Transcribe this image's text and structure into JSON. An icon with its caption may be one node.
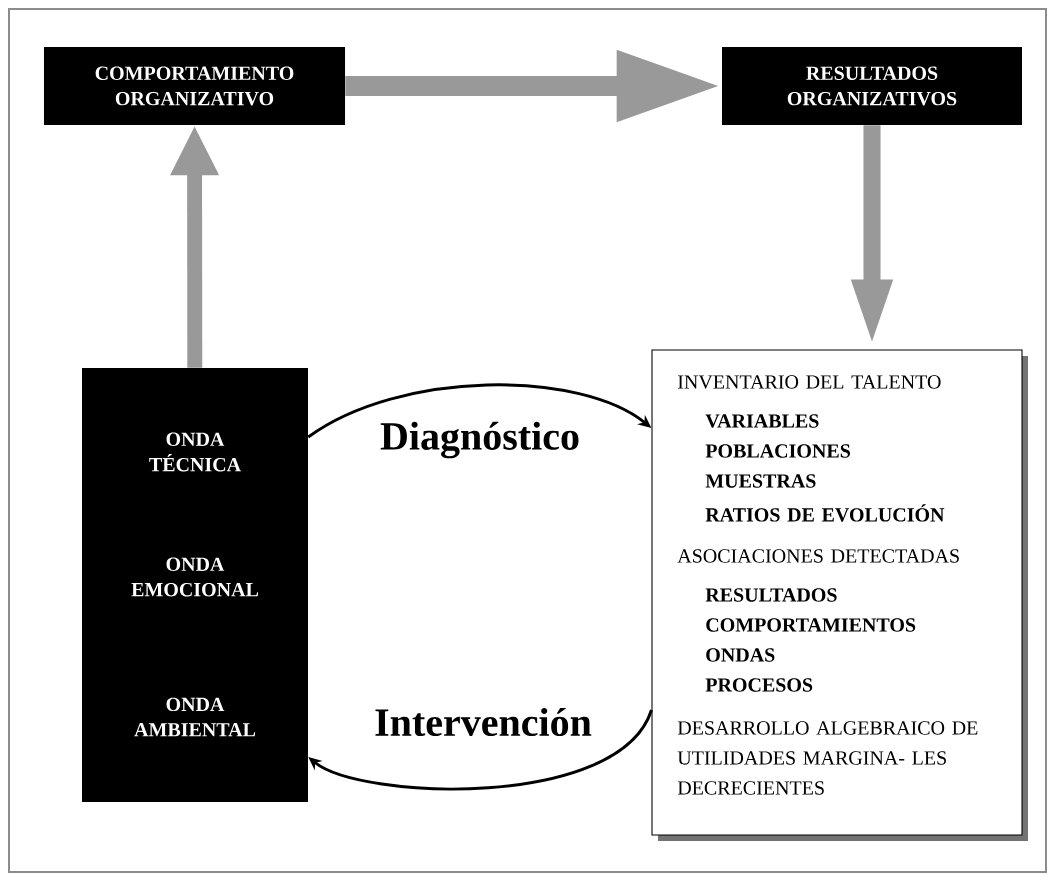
{
  "diagram": {
    "nodes": [
      {
        "text": [
          "COMPORTAMIENTO ORGANIZATIVO"
        ]
      },
      {
        "text": [
          "RESULTADOS ORGANIZATIVOS"
        ]
      },
      {
        "text": [
          "ONDA TÉCNICA",
          "ONDA EMOCIONAL",
          "ONDA AMBIENTAL"
        ]
      },
      {
        "text": [
          "INVENTARIO DEL TALENTO",
          "VARIABLES",
          "POBLACIONES",
          "MUESTRAS",
          "RATIOS DE EVOLUCIÓN",
          "ASOCIACIONES DETECTADAS",
          "RESULTADOS",
          "COMPORTAMIENTOS",
          "ONDAS",
          "PROCESOS",
          "DESARROLLO ALGEBRAICO DE UTILIDADES MARGINA- LES DECRECIENTES"
        ]
      }
    ],
    "edges": [
      {
        "from": 0,
        "to": 1,
        "arrow": "to"
      },
      {
        "from": 1,
        "to": 3,
        "arrow": "to"
      },
      {
        "from": 2,
        "to": 0,
        "arrow": "to"
      },
      {
        "from": 2,
        "to": 3,
        "arrow": "to",
        "label": "Diagnóstico",
        "color": "#000000"
      },
      {
        "from": 3,
        "to": 2,
        "arrow": "to",
        "label": "Intervención",
        "color": "#000000"
      }
    ]
  }
}
